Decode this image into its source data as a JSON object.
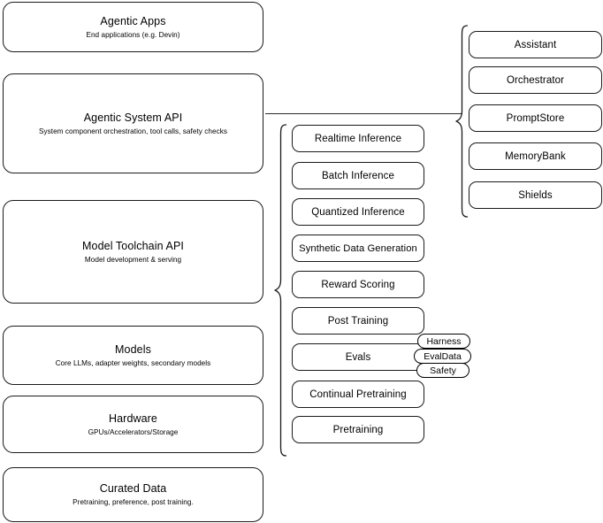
{
  "diagram": {
    "title": "AI stack layered architecture diagram",
    "background_color": "#ffffff",
    "line_color": "#1a1a1a"
  },
  "stack": {
    "layers": [
      {
        "title": "Agentic Apps",
        "subtitle": "End applications (e.g. Devin)"
      },
      {
        "title": "Agentic System API",
        "subtitle": "System component orchestration, tool calls, safety checks"
      },
      {
        "title": "Model Toolchain API",
        "subtitle": "Model development & serving"
      },
      {
        "title": "Models",
        "subtitle": "Core LLMs, adapter weights, secondary models"
      },
      {
        "title": "Hardware",
        "subtitle": "GPUs/Accelerators/Storage"
      },
      {
        "title": "Curated Data",
        "subtitle": "Pretraining, preference, post training."
      }
    ]
  },
  "toolchain_components": {
    "items": [
      {
        "label": "Realtime Inference"
      },
      {
        "label": "Batch Inference"
      },
      {
        "label": "Quantized Inference"
      },
      {
        "label": "Synthetic Data Generation"
      },
      {
        "label": "Reward Scoring"
      },
      {
        "label": "Post Training"
      },
      {
        "label": "Evals"
      },
      {
        "label": "Continual Pretraining"
      },
      {
        "label": "Pretraining"
      }
    ]
  },
  "evals_subcomponents": {
    "items": [
      {
        "label": "Harness"
      },
      {
        "label": "EvalData"
      },
      {
        "label": "Safety"
      }
    ]
  },
  "agentic_system_components": {
    "items": [
      {
        "label": "Assistant"
      },
      {
        "label": "Orchestrator"
      },
      {
        "label": "PromptStore"
      },
      {
        "label": "MemoryBank"
      },
      {
        "label": "Shields"
      }
    ]
  }
}
